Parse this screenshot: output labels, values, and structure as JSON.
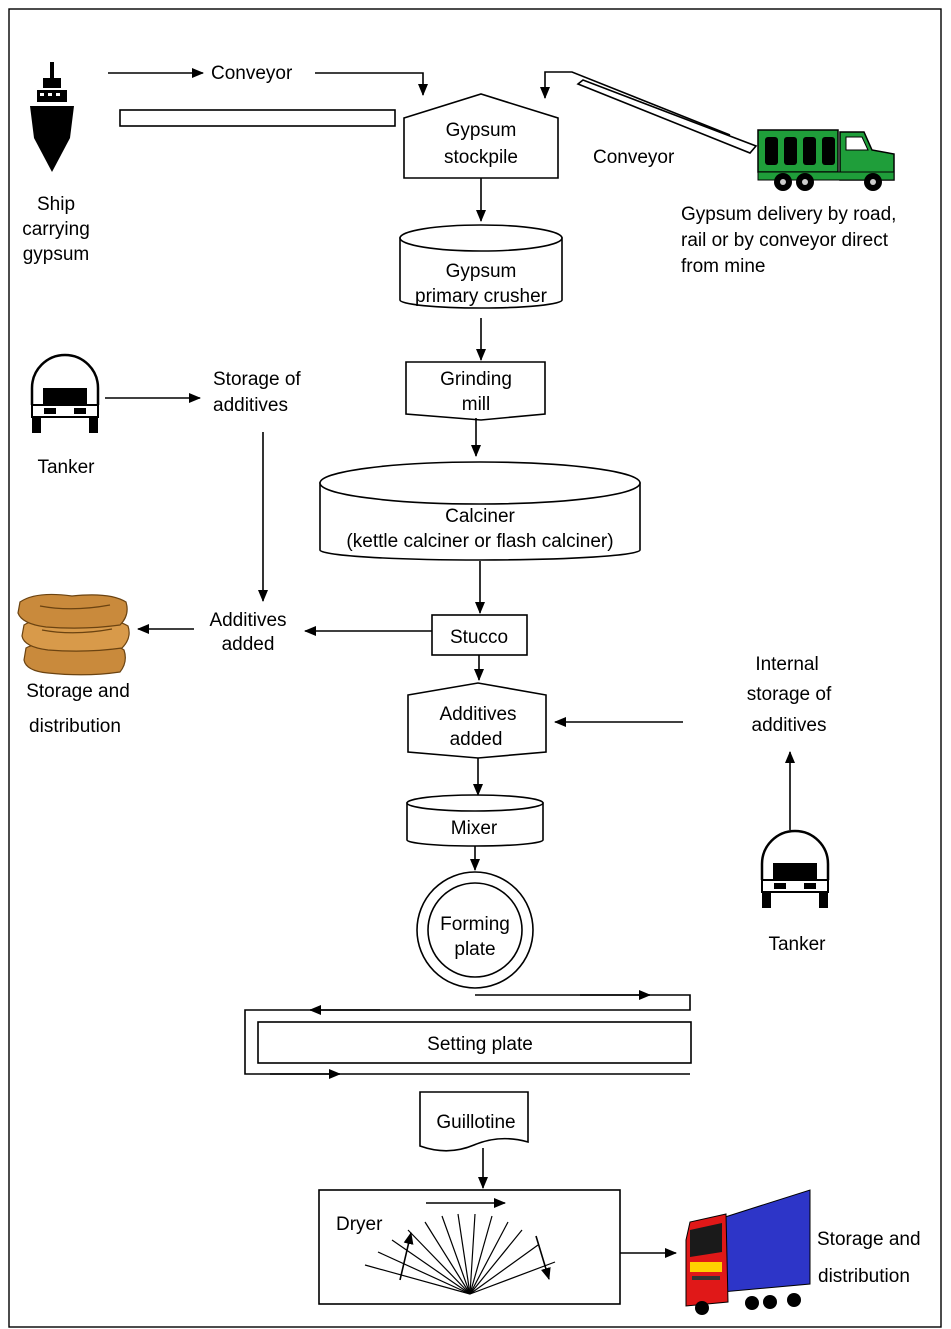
{
  "nodes": {
    "ship_label": [
      "Ship",
      "carrying",
      "gypsum"
    ],
    "conveyor_top": "Conveyor",
    "gypsum_stockpile": [
      "Gypsum",
      "stockpile"
    ],
    "conveyor_right": "Conveyor",
    "delivery": [
      "Gypsum delivery by road,",
      "rail or by conveyor direct",
      "from mine"
    ],
    "primary_crusher": [
      "Gypsum",
      "primary crusher"
    ],
    "grinding_mill": [
      "Grinding",
      "mill"
    ],
    "tanker_left": "Tanker",
    "storage_additives": [
      "Storage of",
      "additives"
    ],
    "calciner": [
      "Calciner",
      "(kettle calciner or flash calciner)"
    ],
    "stucco": "Stucco",
    "additives_added_left": [
      "Additives",
      "added"
    ],
    "storage_distribution_left": [
      "Storage and",
      "distribution"
    ],
    "internal_storage": [
      "Internal",
      "storage of",
      "additives"
    ],
    "additives_added_center": [
      "Additives",
      "added"
    ],
    "mixer": "Mixer",
    "tanker_right": "Tanker",
    "forming_plate": [
      "Forming",
      "plate"
    ],
    "setting_plate": "Setting plate",
    "guillotine": "Guillotine",
    "dryer": "Dryer",
    "storage_distribution_right": [
      "Storage and",
      "distribution"
    ]
  },
  "icons": [
    "ship-icon",
    "dump-truck-icon",
    "tanker-truck-icon",
    "sacks-icon",
    "lorry-icon"
  ],
  "colors": {
    "dump_truck": "#1f9e3a",
    "lorry_cab": "#e01818",
    "lorry_trailer": "#2d35c8",
    "sacks": "#c98a3c"
  }
}
